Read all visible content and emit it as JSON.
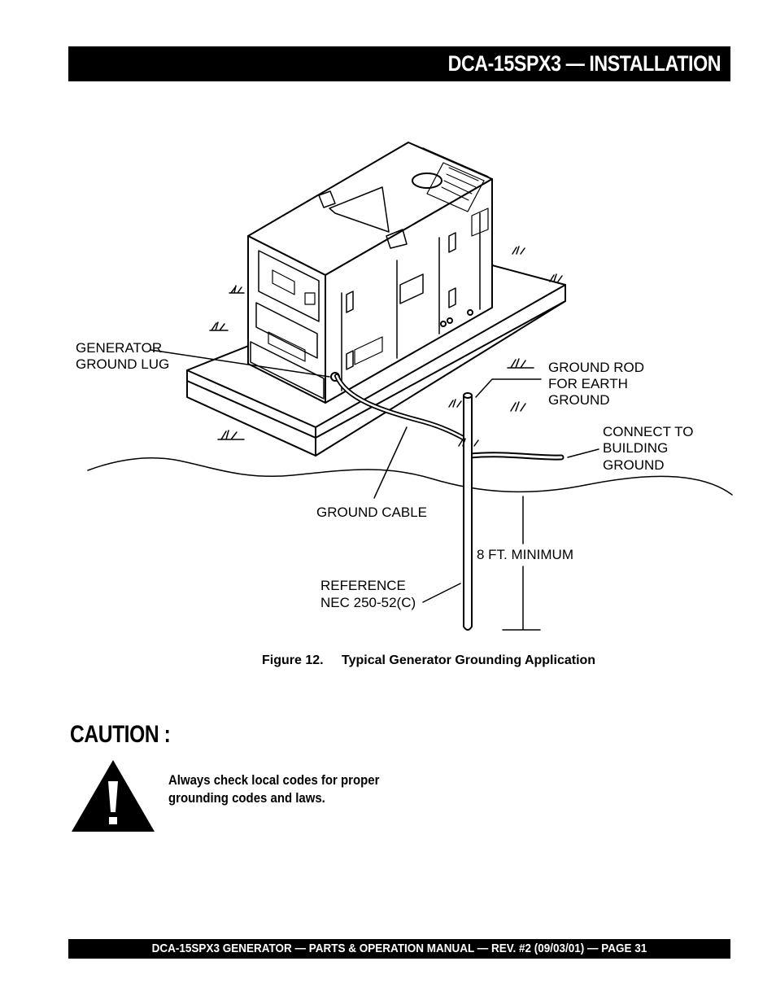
{
  "header": {
    "title": "DCA-15SPX3  — INSTALLATION"
  },
  "figure": {
    "labels": {
      "ground_lug_1": "GENERATOR",
      "ground_lug_2": "GROUND LUG",
      "ground_rod_1": "GROUND ROD",
      "ground_rod_2": "FOR EARTH",
      "ground_rod_3": "GROUND",
      "connect_1": "CONNECT TO",
      "connect_2": "BUILDING",
      "connect_3": "GROUND",
      "ground_cable": "GROUND CABLE",
      "minimum": "8 FT. MINIMUM",
      "reference_1": "REFERENCE",
      "reference_2": "NEC 250-52(C)"
    },
    "caption_number": "Figure 12.",
    "caption_title": "Typical Generator Grounding Application"
  },
  "caution": {
    "heading": "CAUTION :",
    "icon": "warning-triangle-icon",
    "line1": "Always check local codes for proper",
    "line2": "grounding codes and laws."
  },
  "footer": {
    "text": "DCA-15SPX3   GENERATOR — PARTS & OPERATION MANUAL — REV. #2 (09/03/01) — PAGE 31"
  }
}
